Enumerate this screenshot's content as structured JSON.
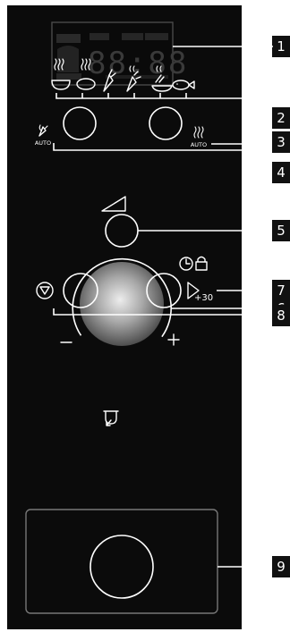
{
  "callouts": [
    "1",
    "2",
    "3",
    "4",
    "5",
    "6",
    "7",
    "8",
    "9"
  ],
  "display": {
    "digits": "88:88"
  },
  "labels": {
    "auto_left": "AUTO",
    "auto_right": "AUTO",
    "plus30": "+30"
  },
  "icons": {
    "program_icons": [
      "steam-cup-icon",
      "steam-bowl-icon",
      "carrot-icon",
      "steam-vegetable-icon",
      "vegetable-bowl-icon",
      "fish-icon"
    ],
    "auto_steam_veg_icon": "steam-vegetable-auto-icon",
    "auto_steam_icon": "steam-auto-icon",
    "triangle_icon": "triangle-ramp-icon",
    "clock_lock_icon": "clock-lock-icon",
    "stop_icon": "stop-icon",
    "start_icon": "start-icon",
    "drain_icon": "descale-drain-icon"
  },
  "colors": {
    "panel": "#0b0b0b",
    "knob_center": "#e6e6e6",
    "knob_edge": "#505050"
  }
}
